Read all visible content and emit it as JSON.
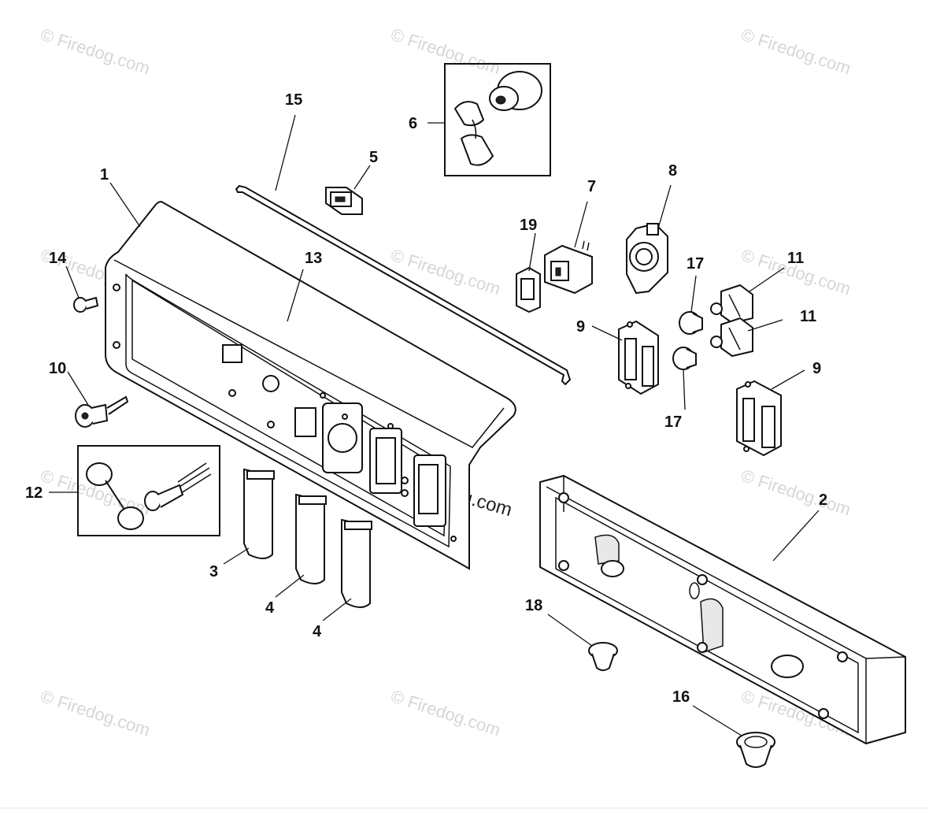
{
  "watermark": "© Firedog.com",
  "callouts": {
    "c1": "1",
    "c2": "2",
    "c3": "3",
    "c4a": "4",
    "c4b": "4",
    "c5": "5",
    "c6": "6",
    "c7": "7",
    "c8": "8",
    "c9a": "9",
    "c9b": "9",
    "c10": "10",
    "c11a": "11",
    "c11b": "11",
    "c12": "12",
    "c13": "13",
    "c14": "14",
    "c15": "15",
    "c16": "16",
    "c17a": "17",
    "c17b": "17",
    "c18": "18",
    "c19": "19"
  }
}
